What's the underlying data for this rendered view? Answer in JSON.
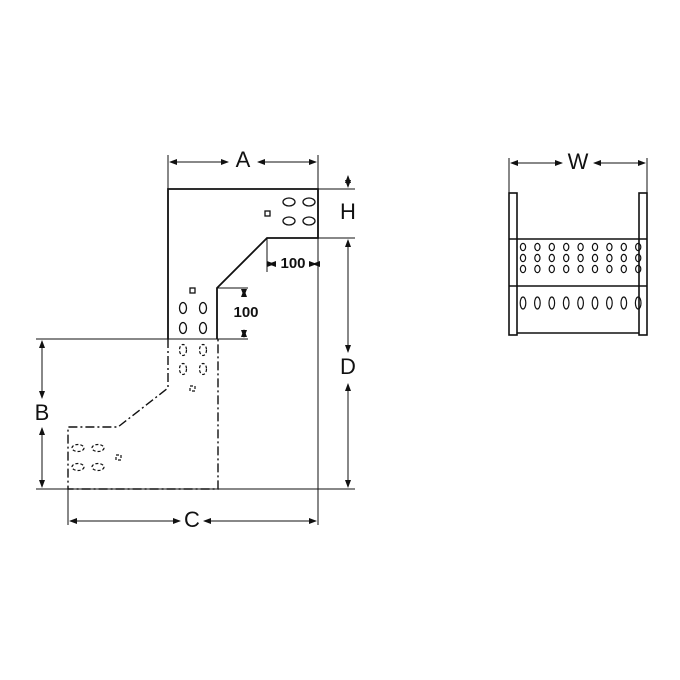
{
  "labels": {
    "A": "A",
    "B": "B",
    "C": "C",
    "D": "D",
    "H": "H",
    "W": "W"
  },
  "dimensions": {
    "horizontal_offset": "100",
    "vertical_offset": "100"
  },
  "colors": {
    "line": "#111111",
    "background": "#ffffff"
  }
}
